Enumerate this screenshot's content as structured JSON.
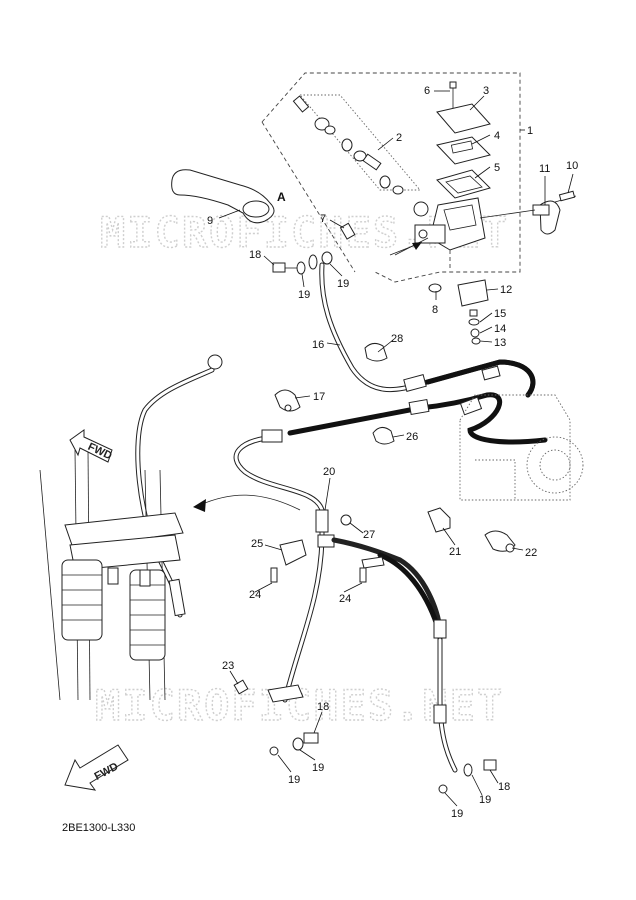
{
  "watermark": "MICROFICHES.NET",
  "diagram_code": "2BE1300-L330",
  "detail_label": "A",
  "fwd_label": "FWD",
  "callouts": {
    "c1": "1",
    "c2": "2",
    "c3": "3",
    "c4": "4",
    "c5": "5",
    "c6": "6",
    "c7": "7",
    "c8": "8",
    "c9": "9",
    "c10": "10",
    "c11": "11",
    "c12": "12",
    "c13": "13",
    "c14": "14",
    "c15": "15",
    "c16": "16",
    "c17": "17",
    "c18a": "18",
    "c18b": "18",
    "c18c": "18",
    "c19a": "19",
    "c19b": "19",
    "c19c": "19",
    "c19d": "19",
    "c19e": "19",
    "c19f": "19",
    "c20": "20",
    "c21": "21",
    "c22": "22",
    "c23": "23",
    "c24a": "24",
    "c24b": "24",
    "c25": "25",
    "c26": "26",
    "c27": "27",
    "c28": "28"
  }
}
